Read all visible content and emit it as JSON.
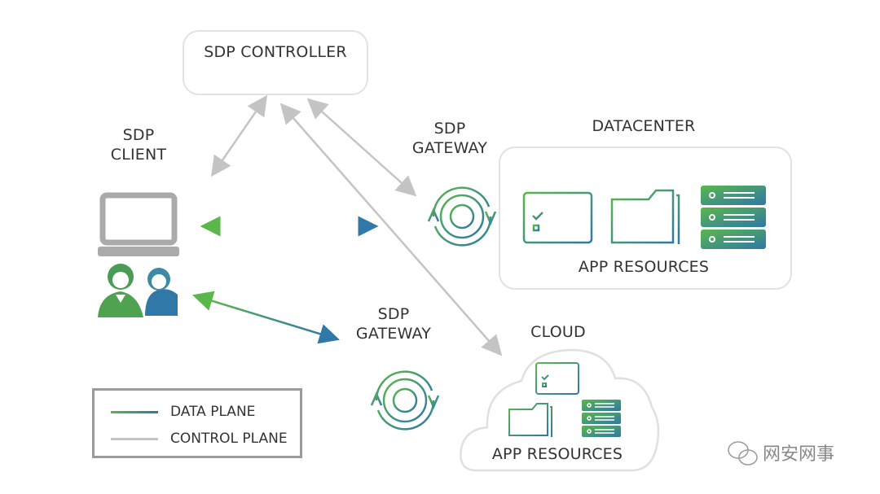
{
  "nodes": {
    "controller": "SDP CONTROLLER",
    "client": [
      "SDP",
      "CLIENT"
    ],
    "gateway_top": [
      "SDP",
      "GATEWAY"
    ],
    "gateway_bottom": [
      "SDP",
      "GATEWAY"
    ],
    "datacenter": "DATACENTER",
    "datacenter_resources": "APP RESOURCES",
    "cloud": "CLOUD",
    "cloud_resources": "APP RESOURCES"
  },
  "legend": {
    "items": [
      {
        "label": "DATA PLANE",
        "color": "#3a7fa6"
      },
      {
        "label": "CONTROL PLANE",
        "color": "#c4c4c4"
      }
    ]
  },
  "colors": {
    "data_green": "#5ab74a",
    "data_blue": "#2f78a8",
    "control_gray": "#c4c4c4",
    "device_gray": "#aaaaaa"
  },
  "watermark": "网安网事"
}
